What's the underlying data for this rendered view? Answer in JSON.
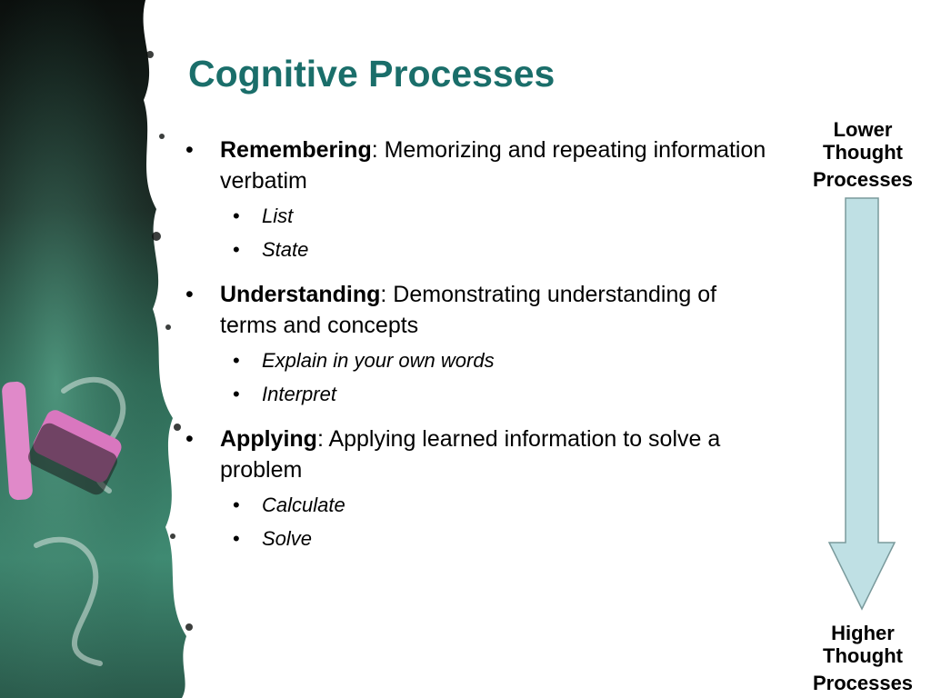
{
  "slide": {
    "title": "Cognitive Processes",
    "bullet_char": "•",
    "items": [
      {
        "term": "Remembering",
        "description": ": Memorizing and repeating information verbatim",
        "subitems": [
          "List",
          "State"
        ]
      },
      {
        "term": "Understanding",
        "description": ": Demonstrating understanding of terms and concepts",
        "subitems": [
          "Explain in your own words",
          "Interpret"
        ]
      },
      {
        "term": "Applying",
        "description": ": Applying learned information to solve a problem",
        "subitems": [
          "Calculate",
          "Solve"
        ]
      }
    ]
  },
  "arrow": {
    "top_label": [
      "Lower",
      "Thought",
      "Processes"
    ],
    "bottom_label": [
      "Higher",
      "Thought",
      "Processes"
    ],
    "fill_color": "#bfe0e4",
    "stroke_color": "#7a9a9c"
  },
  "colors": {
    "title": "#1a6e6a",
    "chalkboard": "#1f3d33",
    "chalk": "#e089c9"
  }
}
